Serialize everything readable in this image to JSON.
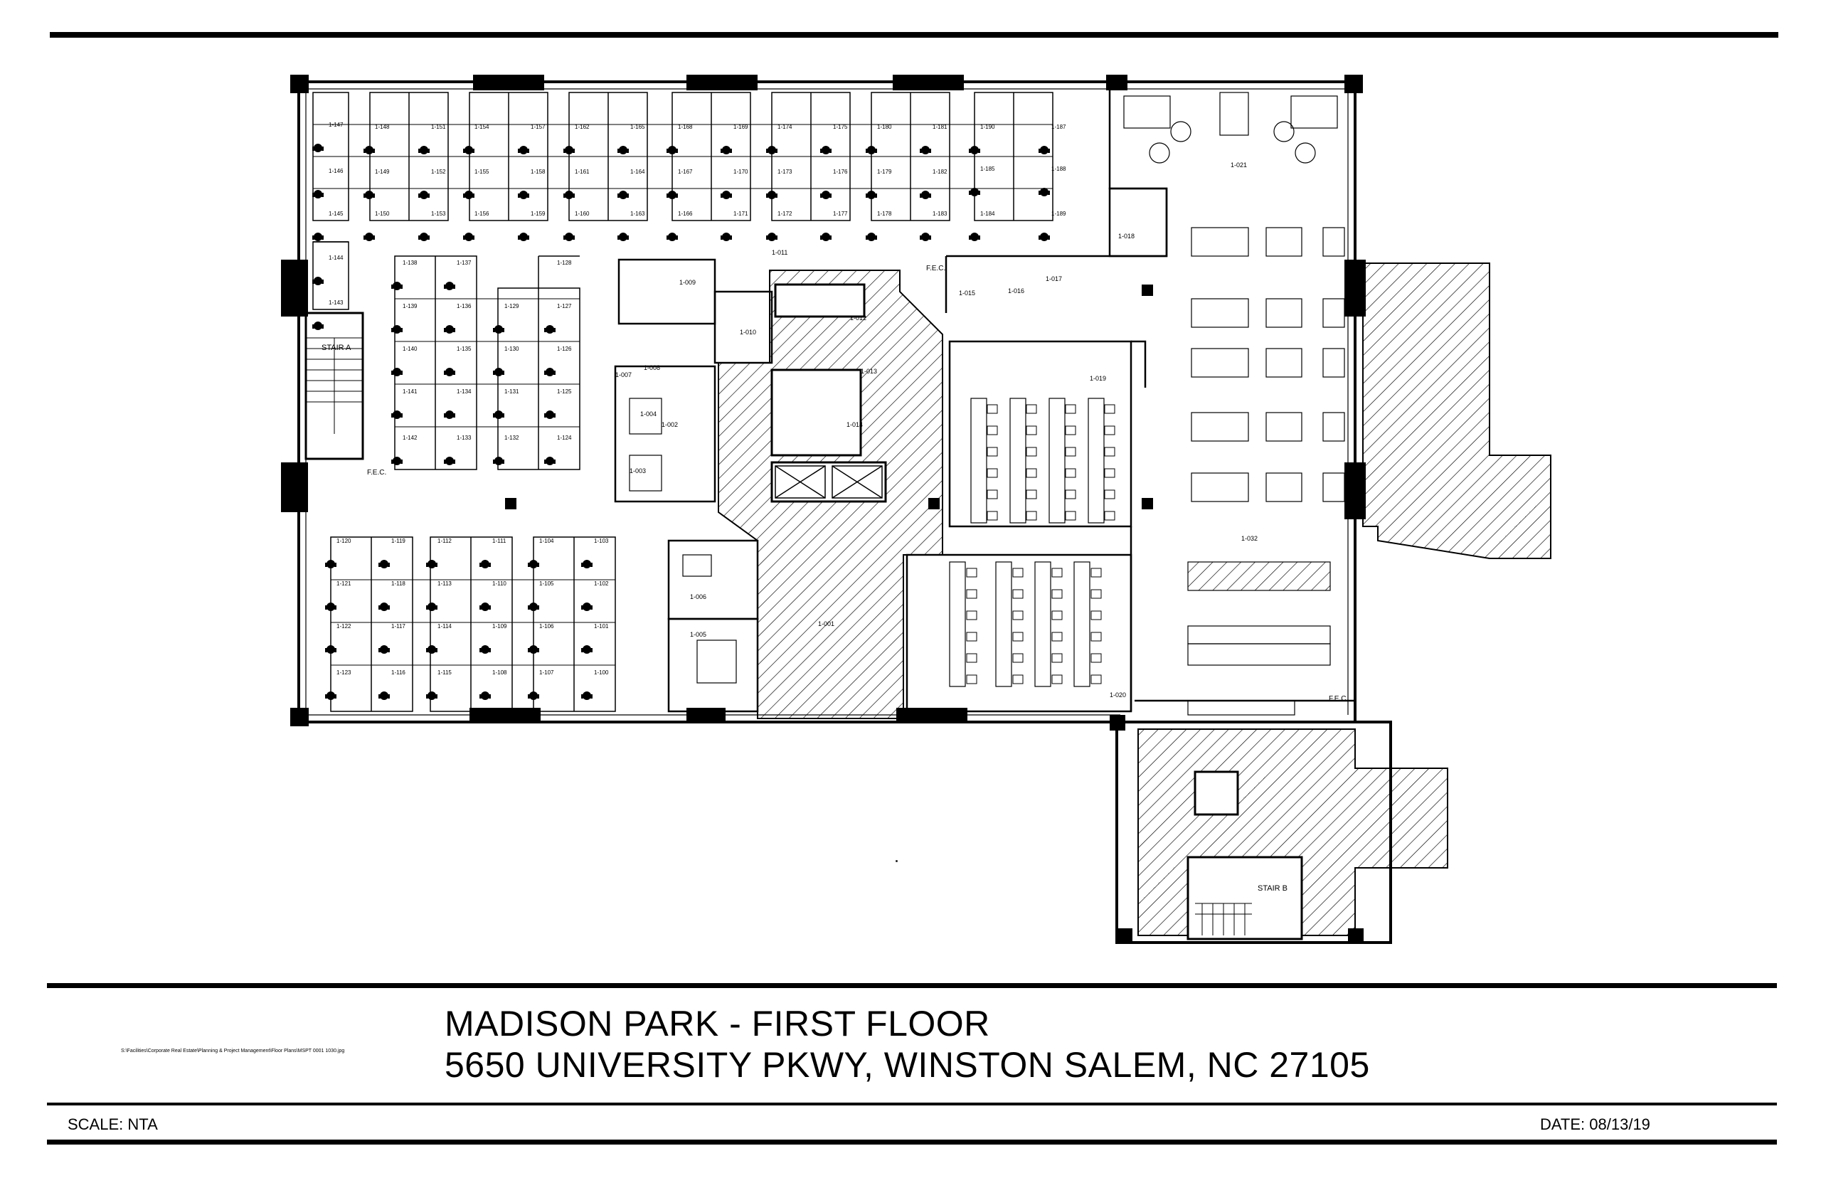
{
  "title_block": {
    "title": "MADISON PARK - FIRST FLOOR",
    "address": "5650 UNIVERSITY PKWY, WINSTON SALEM, NC 27105",
    "scale_label": "SCALE:",
    "scale_value": "NTA",
    "date_label": "DATE:",
    "date_value": "08/13/19",
    "file_path": "S:\\Facilities\\Corporate Real Estate\\Planning & Project Management\\Floor Plans\\MSPT 0001 1030.jpg"
  },
  "stairs": [
    "STAIR A",
    "STAIR B"
  ],
  "fec_label": "F.E.C.",
  "rooms": [
    "1-001",
    "1-002",
    "1-003",
    "1-004",
    "1-005",
    "1-006",
    "1-007",
    "1-008",
    "1-009",
    "1-010",
    "1-011",
    "1-012",
    "1-013",
    "1-014",
    "1-015",
    "1-016",
    "1-017",
    "1-018",
    "1-019",
    "1-020",
    "1-021",
    "1-032"
  ],
  "workstation_groups": {
    "nw_a": [
      "1-147",
      "1-146",
      "1-145",
      "1-144",
      "1-143"
    ],
    "nw_b": [
      "1-148",
      "1-149",
      "1-150",
      "1-151",
      "1-152",
      "1-153"
    ],
    "nw_c": [
      "1-154",
      "1-155",
      "1-156",
      "1-157",
      "1-158",
      "1-159"
    ],
    "nw_d": [
      "1-162",
      "1-161",
      "1-160",
      "1-165",
      "1-164",
      "1-163"
    ],
    "nw_e": [
      "1-168",
      "1-167",
      "1-166",
      "1-169",
      "1-170",
      "1-171"
    ],
    "nw_f": [
      "1-174",
      "1-173",
      "1-172",
      "1-175",
      "1-176",
      "1-177"
    ],
    "nw_g": [
      "1-180",
      "1-179",
      "1-178",
      "1-181",
      "1-182",
      "1-183"
    ],
    "nw_h": [
      "1-190",
      "1-185",
      "1-184",
      "1-187",
      "1-188",
      "1-189"
    ],
    "mid_a": [
      "1-138",
      "1-139",
      "1-140",
      "1-141",
      "1-142",
      "1-137",
      "1-136",
      "1-135",
      "1-134",
      "1-133"
    ],
    "mid_b": [
      "1-129",
      "1-130",
      "1-131",
      "1-132",
      "1-128",
      "1-127",
      "1-126",
      "1-125",
      "1-124"
    ],
    "sw_a": [
      "1-120",
      "1-121",
      "1-122",
      "1-123",
      "1-119",
      "1-118",
      "1-117",
      "1-116"
    ],
    "sw_b": [
      "1-112",
      "1-113",
      "1-114",
      "1-115",
      "1-111",
      "1-110",
      "1-109",
      "1-108"
    ],
    "sw_c": [
      "1-104",
      "1-105",
      "1-106",
      "1-107",
      "1-103",
      "1-102",
      "1-101",
      "1-100"
    ]
  }
}
